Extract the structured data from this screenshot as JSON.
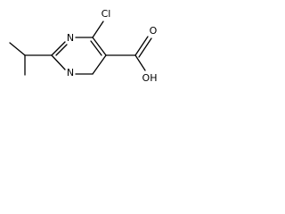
{
  "molecule": {
    "atoms": {
      "n_top": "N",
      "n_bottom": "N",
      "chlorine": "Cl",
      "oxygen_double": "O",
      "hydroxyl": "OH"
    }
  },
  "colors": {
    "bond": "#000000",
    "text": "#000000",
    "background": "#ffffff"
  }
}
